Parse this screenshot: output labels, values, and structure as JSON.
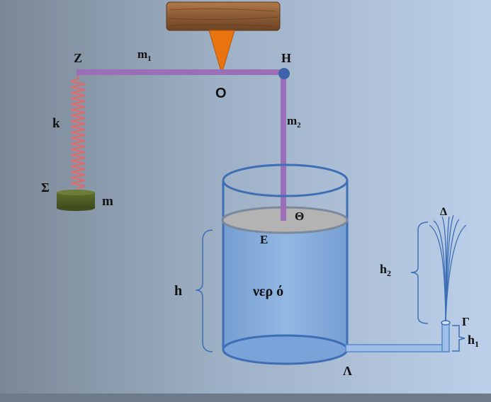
{
  "labels": {
    "Z": "Z",
    "m1": "m",
    "m1_sub": "1",
    "H": "H",
    "O": "O",
    "m2": "m",
    "m2_sub": "2",
    "k": "k",
    "Sigma": "Σ",
    "m": "m",
    "Theta": "Θ",
    "E": "E",
    "h": "h",
    "water": "νερ ό",
    "Delta": "Δ",
    "h2": "h",
    "h2_sub": "2",
    "Gamma": "Γ",
    "h1": "h",
    "h1_sub": "1",
    "Lambda": "Λ"
  },
  "colors": {
    "rod": "#9a6fb8",
    "wood": "#8a5a33",
    "wedge": "#e8730f",
    "pivot": "#3a63a8",
    "spring": "#e06a6a",
    "mass": "#4d5e25",
    "water": "#7aa4d9",
    "tank_edge": "#3e6fb5",
    "piston": "#b0b0b0",
    "fountain": "#3e6fb5"
  }
}
